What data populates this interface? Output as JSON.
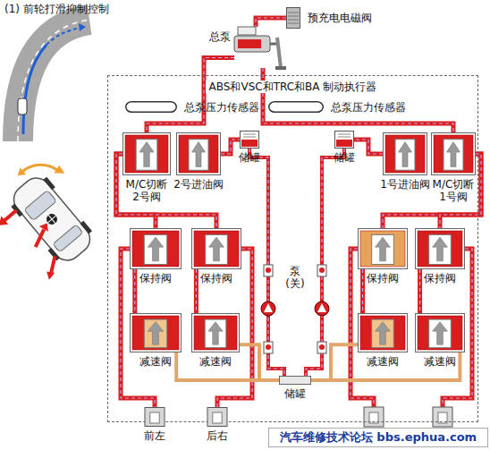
{
  "diagram": {
    "title": "(1) 前轮打滑抑制控制",
    "nodes": [
      {
        "text": [
          "预充电电磁阀"
        ]
      },
      {
        "text": [
          "总泵"
        ]
      },
      {
        "text": [
          "ABS和VSC和TRC和BA 制动执行器"
        ]
      },
      {
        "text": [
          "总泵压力传感器"
        ],
        "in": 2
      },
      {
        "text": [
          "总泵压力传感器"
        ],
        "in": 2
      },
      {
        "text": [
          "M/C切断 2号阀"
        ],
        "in": 2
      },
      {
        "text": [
          "2号进油阀"
        ],
        "in": 2
      },
      {
        "text": [
          "储罐"
        ],
        "in": 2
      },
      {
        "text": [
          "储罐"
        ],
        "in": 2
      },
      {
        "text": [
          "1号进油阀"
        ],
        "in": 2
      },
      {
        "text": [
          "M/C切断 1号阀"
        ],
        "in": 2
      },
      {
        "text": [
          "保持阀"
        ],
        "in": 2
      },
      {
        "text": [
          "保持阀"
        ],
        "in": 2
      },
      {
        "text": [
          "保持阀"
        ],
        "in": 2
      },
      {
        "text": [
          "保持阀"
        ],
        "in": 2
      },
      {
        "text": [
          "减速阀"
        ],
        "in": 2
      },
      {
        "text": [
          "减速阀"
        ],
        "in": 2
      },
      {
        "text": [
          "减速阀"
        ],
        "in": 2
      },
      {
        "text": [
          "减速阀"
        ],
        "in": 2
      },
      {
        "text": [
          "储罐"
        ],
        "in": 2
      },
      {
        "text": [
          "前左"
        ]
      },
      {
        "text": [
          "后右"
        ]
      }
    ],
    "edges": [
      {
        "from": 0,
        "to": 1,
        "arrow": "none"
      },
      {
        "from": 1,
        "to": 5,
        "arrow": "none"
      },
      {
        "from": 1,
        "to": 10,
        "arrow": "none"
      },
      {
        "from": 5,
        "to": 11,
        "arrow": "none"
      },
      {
        "from": 5,
        "to": 12,
        "arrow": "none"
      },
      {
        "from": 10,
        "to": 13,
        "arrow": "none"
      },
      {
        "from": 10,
        "to": 14,
        "arrow": "none"
      },
      {
        "from": 6,
        "to": 7,
        "arrow": "none"
      },
      {
        "from": 9,
        "to": 8,
        "arrow": "none"
      },
      {
        "from": 11,
        "to": 15,
        "arrow": "none"
      },
      {
        "from": 12,
        "to": 16,
        "arrow": "none"
      },
      {
        "from": 13,
        "to": 17,
        "arrow": "none"
      },
      {
        "from": 14,
        "to": 18,
        "arrow": "none"
      },
      {
        "from": 11,
        "to": 20,
        "arrow": "none"
      },
      {
        "from": 12,
        "to": 21,
        "arrow": "none"
      },
      {
        "from": 15,
        "to": 19,
        "arrow": "none"
      },
      {
        "from": 16,
        "to": 19,
        "arrow": "none"
      },
      {
        "from": 17,
        "to": 19,
        "arrow": "none"
      },
      {
        "from": 18,
        "to": 19,
        "arrow": "none"
      }
    ],
    "labels": [
      "泵 (关)",
      "汽车维修技术论坛 bbs.ephua.com"
    ]
  }
}
